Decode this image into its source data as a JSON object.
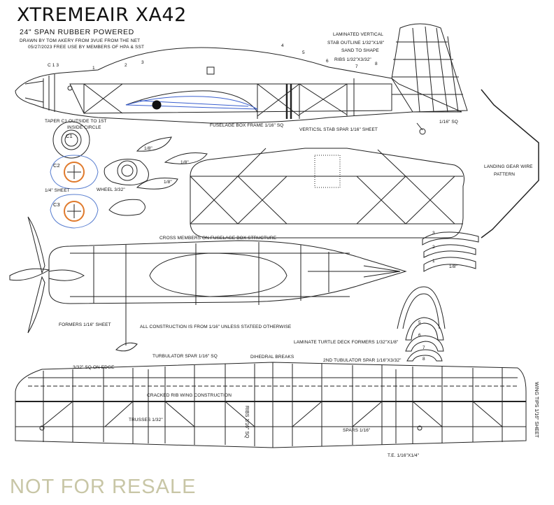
{
  "title": "XTREMEAIR XA42",
  "subtitle": "24\" SPAN RUBBER POWERED",
  "credits": [
    "DRAWN BY TOM AKERY FROM 3VUE FROM THE NET",
    "05/27/2023  FREE USE BY MEMBERS OF HPA & SST"
  ],
  "labels": {
    "c1_3": "C 1 3",
    "laminated_vertical": "LAMINATED VERTICAL",
    "stab_outline": "STAB OUTLINE 1/32\"X1/8\"",
    "sand_to_shape": "SAND TO SHAPE",
    "ribs_stab": "RIBS 1/32\"X3/32\"",
    "taper_c1": "TAPER C1 OUTSIDE TO 1ST",
    "inside_circle": "INSIDE CIRCLE",
    "fuselage_box_frame": "FUSELAGE BOX FRAME 1/16\" SQ",
    "vertical_stab_spar": "VERTICSL STAB SPAR 1/16\" SHEET",
    "tail_sq": "1/16\" SQ",
    "landing_gear_wire": "LANDING GEAR WIRE",
    "pattern": "PATTERN",
    "c1": "C1",
    "c2": "C2",
    "c3": "C3",
    "quarter_sheet": "1/4\" SHEET",
    "wheel": "WHEEL 3/32\"",
    "eighth_a": "1/8\"",
    "eighth_b": "1/8\"",
    "eighth_c": "1/8\"",
    "eighth_d": "1/8\"",
    "cross_members": "CROSS MEMBERS ON FUSELAGE BOX STRUCTURE",
    "formers": "FORMERS 1/16\" SHEET",
    "all_construction": "ALL CONSTRUCTION IS FROM 1/16\" UNLESS STATEED OTHERWISE",
    "laminate_turtle": "LAMINATE TURTLE DECK FORMERS 1/32\"X1/8\"",
    "turbulator_spar": "TURBULATOR SPAR 1/16\" SQ",
    "dihedral_breaks": "DIHEDRAL BREAKS",
    "second_turbulator": "2ND TUBULATOR SPAR 1/16\"X3/32\"",
    "on_edge": "3/32\" SQ ON EDGE",
    "cracked_rib": "CRACKED RIB WING CONSTRUCTION",
    "trusses": "TRUSSES 1/32\"",
    "ribs_wing": "RIBS 1/16\" SQ",
    "spars": "SPARS 1/16\"",
    "wing_tips": "WING TIPS 1/16\" SHEET",
    "te": "T.E. 1/16\"X1/4\"",
    "not_for_resale": "NOT FOR RESALE"
  },
  "station_numbers": [
    "1",
    "2",
    "3",
    "4",
    "5",
    "6",
    "7",
    "8"
  ],
  "turtle_formers": [
    "3",
    "2",
    "1"
  ],
  "deck_formers": [
    "5",
    "6",
    "7",
    "8"
  ],
  "colors": {
    "ink": "#222222",
    "cowl_blue": "#3a5fcf",
    "former_orange": "#e07a2c",
    "former_blue": "#5a7fd0",
    "watermark": "#c8c6a6"
  }
}
